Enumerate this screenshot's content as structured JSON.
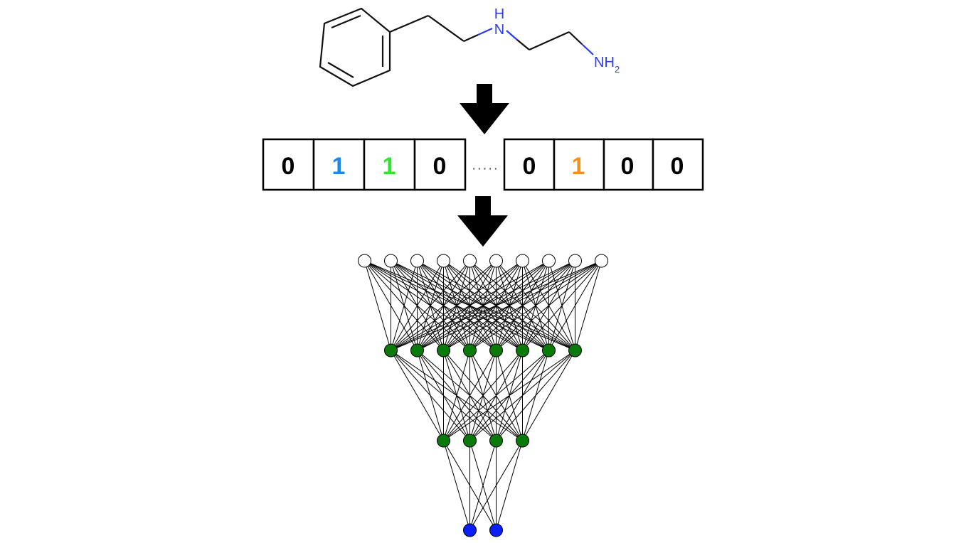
{
  "molecule": {
    "atoms": [
      {
        "id": "nh",
        "symbol": "N",
        "hydrogen": "H",
        "count": ""
      },
      {
        "id": "nh2",
        "symbol": "NH",
        "hydrogen": "",
        "count": "2"
      }
    ],
    "colors": {
      "bond": "#111111",
      "nitrogen": "#2a3cf0"
    }
  },
  "fingerprint": {
    "left_bits": [
      {
        "value": "0",
        "color": "#000000"
      },
      {
        "value": "1",
        "color": "#1e88e5"
      },
      {
        "value": "1",
        "color": "#2ee62e"
      },
      {
        "value": "0",
        "color": "#000000"
      }
    ],
    "ellipsis": "·····",
    "right_bits": [
      {
        "value": "0",
        "color": "#000000"
      },
      {
        "value": "1",
        "color": "#f5901e"
      },
      {
        "value": "0",
        "color": "#000000"
      },
      {
        "value": "0",
        "color": "#000000"
      }
    ]
  },
  "network": {
    "layers": [
      {
        "name": "input",
        "nodes": 10,
        "color": "#ffffff"
      },
      {
        "name": "hidden-1",
        "nodes": 8,
        "color": "#0a7a0a"
      },
      {
        "name": "hidden-2",
        "nodes": 4,
        "color": "#0a7a0a"
      },
      {
        "name": "output",
        "nodes": 2,
        "color": "#0a1ef5"
      }
    ]
  }
}
